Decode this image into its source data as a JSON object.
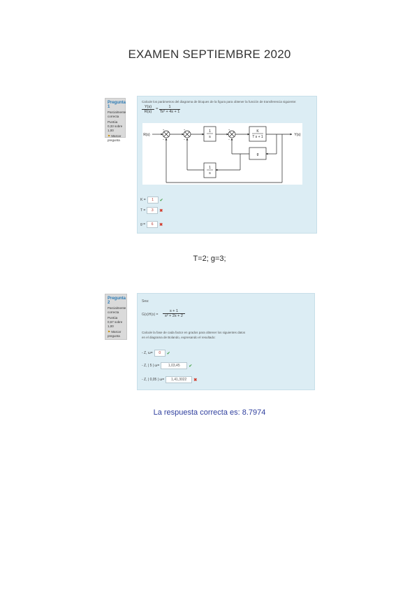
{
  "title": "EXAMEN SEPTIEMBRE 2020",
  "q1": {
    "label": "Pregunta 1",
    "status": "Parcialmente correcta",
    "score": "Puntúa 0,33 sobre 1,00",
    "flag": "Marcar pregunta",
    "prompt": "Calcule los parámetros del diagrama de bloques de la figura para obtener la función de transferencia siguiente:",
    "tf_lhs_num": "Y(s)",
    "tf_lhs_den": "R(s)",
    "tf_rhs_num": "1",
    "tf_rhs_den": "Ts² + 4s + 1",
    "diagram": {
      "input": "R(s)",
      "output": "Y(s)",
      "block1_num": "1",
      "block1_den": "s",
      "block2_num": "K",
      "block2_den": "T s + 1",
      "block3": "g",
      "block4_num": "1",
      "block4_den": "s"
    },
    "answers": [
      {
        "label": "K =",
        "value": "1",
        "result": "ok"
      },
      {
        "label": "T =",
        "value": "3",
        "result": "bad"
      },
      {
        "label": "g =",
        "value": "6",
        "result": "bad"
      }
    ]
  },
  "q1_solution": "T=2; g=3;",
  "q2": {
    "label": "Pregunta 2",
    "status": "Parcialmente correcta",
    "score": "Puntúa 0,67 sobre 1,00",
    "flag": "Marcar pregunta",
    "intro": "Sea:",
    "g_lhs": "G(s)H(s) =",
    "g_num": "s + 1",
    "g_den": "s² + 2s + 2",
    "prompt_line1": "Calcule la fase de cada factor en grados para obtener los siguientes datos",
    "prompt_line2": "en el diagrama de Bolando, expresando el resultado:",
    "answers": [
      {
        "label": "- Z, ω=",
        "value": "0",
        "result": "ok"
      },
      {
        "label": "- Z, | 5 | ω=",
        "value": "1,03,45",
        "result": "ok"
      },
      {
        "label": "- Z, | 0,05 | ω=",
        "value": "1,41,3022",
        "result": "bad"
      }
    ]
  },
  "q2_solution": "La respuesta correcta es: 8.7974"
}
